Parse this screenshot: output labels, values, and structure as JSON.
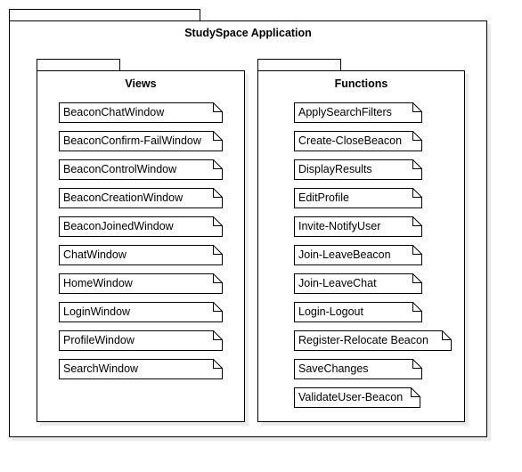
{
  "app": {
    "title": "StudySpace Application"
  },
  "views": {
    "title": "Views",
    "items": [
      "BeaconChatWindow",
      "BeaconConfirm-FailWindow",
      "BeaconControlWindow",
      "BeaconCreationWindow",
      "BeaconJoinedWindow",
      "ChatWindow",
      "HomeWindow",
      "LoginWindow",
      "ProfileWindow",
      "SearchWindow"
    ]
  },
  "functions": {
    "title": "Functions",
    "items": [
      "ApplySearchFilters",
      "Create-CloseBeacon",
      "DisplayResults",
      "EditProfile",
      "Invite-NotifyUser",
      "Join-LeaveBeacon",
      "Join-LeaveChat",
      "Login-Logout",
      "Register-Relocate Beacon",
      "SaveChanges",
      "ValidateUser-Beacon"
    ]
  }
}
